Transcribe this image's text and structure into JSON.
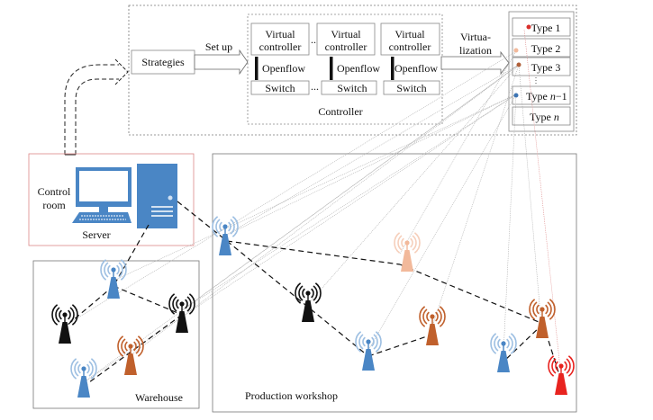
{
  "top_panel": {
    "strategies_label": "Strategies",
    "setup_label": "Set up",
    "controller_label": "Controller",
    "virtual_controllers": [
      {
        "line1": "Virtual",
        "line2": "controller",
        "link": "Openflow",
        "switch": "Switch"
      },
      {
        "line1": "Virtual",
        "line2": "controller",
        "link": "Openflow",
        "switch": "Switch"
      },
      {
        "line1": "Virtual",
        "line2": "controller",
        "link": "Openflow",
        "switch": "Switch"
      }
    ],
    "ellipsis": "...",
    "virtualization_line1": "Virtua-",
    "virtualization_line2": "lization",
    "types": [
      {
        "label": "Type 1",
        "dot_color": "#d9302c"
      },
      {
        "label": "Type 2",
        "dot_color": "#f2b99b"
      },
      {
        "label": "Type 3",
        "dot_color": "#b0603a"
      },
      {
        "label": "Type ",
        "italic": "n",
        "suffix": "−1",
        "dot_color": "#3d74b3"
      },
      {
        "label": "Type ",
        "italic": "n",
        "suffix": "",
        "dot_color": null
      }
    ]
  },
  "control_room": {
    "label_line1": "Control",
    "label_line2": "room",
    "server_label": "Server",
    "icon_color": "#4a86c5"
  },
  "warehouse": {
    "label": "Warehouse"
  },
  "production": {
    "label": "Production workshop"
  },
  "antenna_colors": {
    "blue": "#4a86c5",
    "black": "#111111",
    "brown": "#c0602c",
    "peach": "#f2b99b",
    "red": "#e8231f"
  },
  "antennas": [
    {
      "id": "w1",
      "zone": "warehouse",
      "color": "blue"
    },
    {
      "id": "w2",
      "zone": "warehouse",
      "color": "black"
    },
    {
      "id": "w3",
      "zone": "warehouse",
      "color": "black"
    },
    {
      "id": "w4",
      "zone": "warehouse",
      "color": "brown"
    },
    {
      "id": "w5",
      "zone": "warehouse",
      "color": "blue"
    },
    {
      "id": "p1",
      "zone": "production",
      "color": "blue"
    },
    {
      "id": "p2",
      "zone": "production",
      "color": "peach"
    },
    {
      "id": "p3",
      "zone": "production",
      "color": "black"
    },
    {
      "id": "p4",
      "zone": "production",
      "color": "blue"
    },
    {
      "id": "p5",
      "zone": "production",
      "color": "brown"
    },
    {
      "id": "p6",
      "zone": "production",
      "color": "brown"
    },
    {
      "id": "p7",
      "zone": "production",
      "color": "blue"
    },
    {
      "id": "p8",
      "zone": "production",
      "color": "red"
    }
  ]
}
